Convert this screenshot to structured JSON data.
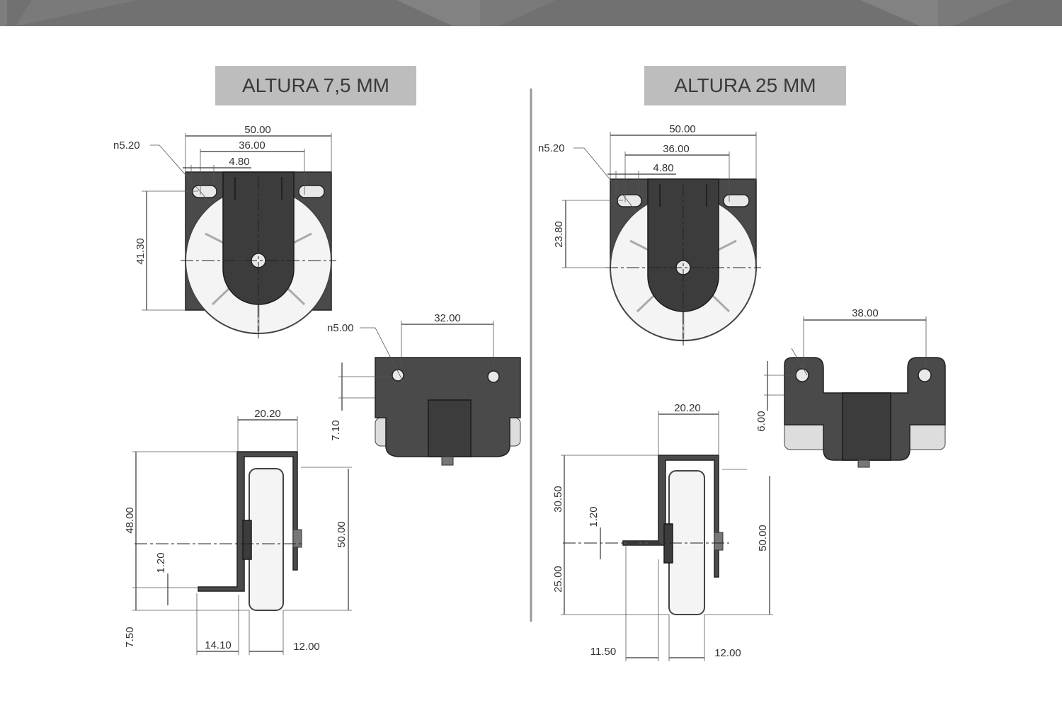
{
  "colors": {
    "header_bar": "#717171",
    "title_bg": "#bdbdbd",
    "drawing": "#4a4a4a"
  },
  "left": {
    "title": "ALTURA 7,5 MM",
    "front": {
      "slot": "n5.20",
      "width": "50.00",
      "hole_spacing": "36.00",
      "slot_width": "4.80",
      "height": "41.30"
    },
    "top": {
      "hole": "n5.00",
      "hole_spacing": "32.00",
      "offset": "7.10"
    },
    "side": {
      "bracket_width": "20.20",
      "height_bracket": "48.00",
      "thickness": "1.20",
      "total_height": "50.00",
      "clearance": "7.50",
      "foot": "14.10",
      "wheel_width": "12.00"
    }
  },
  "right": {
    "title": "ALTURA 25 MM",
    "front": {
      "slot": "n5.20",
      "width": "50.00",
      "hole_spacing": "36.00",
      "slot_width": "4.80",
      "height": "23.80"
    },
    "top": {
      "hole_spacing": "38.00",
      "offset": "6.00"
    },
    "side": {
      "bracket_width": "20.20",
      "height_upper": "30.50",
      "thickness": "1.20",
      "height_lower": "25.00",
      "total_height": "50.00",
      "foot": "11.50",
      "wheel_width": "12.00"
    }
  }
}
